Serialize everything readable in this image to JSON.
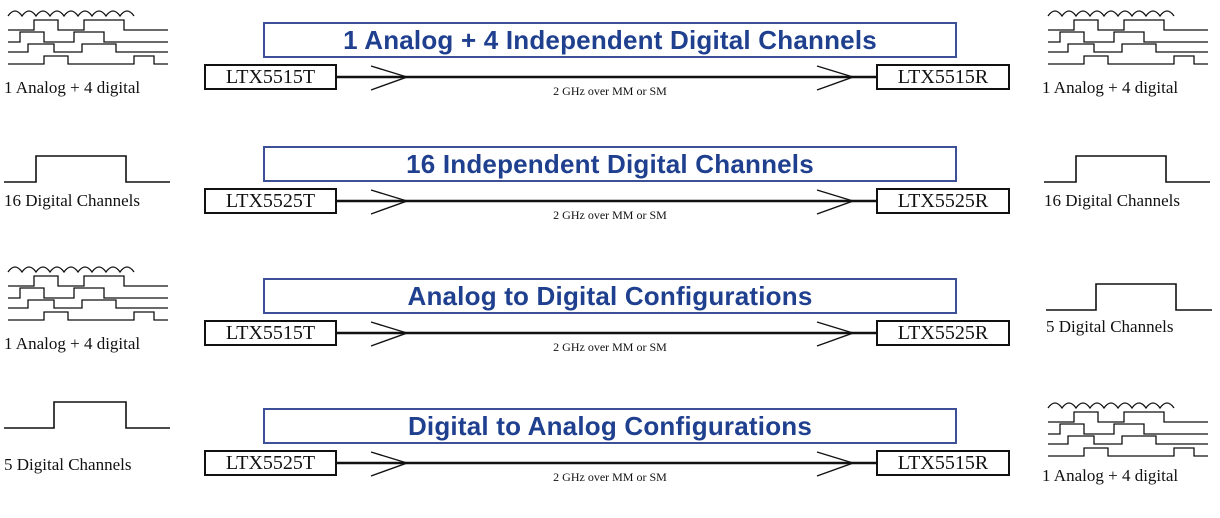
{
  "link_label": "2 GHz over MM or SM",
  "colors": {
    "title_text": "#1f3f8f",
    "title_border": "#3d4f96",
    "line": "#111111"
  },
  "configurations": [
    {
      "title": "1 Analog + 4 Independent Digital Channels",
      "transmitter": "LTX5515T",
      "receiver": "LTX5515R",
      "input": {
        "icon": "analog-digital-waveform-icon",
        "label": "1 Analog + 4 digital"
      },
      "output": {
        "icon": "analog-digital-waveform-icon",
        "label": "1 Analog + 4 digital"
      }
    },
    {
      "title": "16 Independent Digital Channels",
      "transmitter": "LTX5525T",
      "receiver": "LTX5525R",
      "input": {
        "icon": "digital-pulse-icon",
        "label": "16 Digital Channels"
      },
      "output": {
        "icon": "digital-pulse-icon",
        "label": "16 Digital Channels"
      }
    },
    {
      "title": "Analog to Digital Configurations",
      "transmitter": "LTX5515T",
      "receiver": "LTX5525R",
      "input": {
        "icon": "analog-digital-waveform-icon",
        "label": "1 Analog + 4 digital"
      },
      "output": {
        "icon": "digital-pulse-icon",
        "label": "5 Digital Channels"
      }
    },
    {
      "title": "Digital to Analog Configurations",
      "transmitter": "LTX5525T",
      "receiver": "LTX5515R",
      "input": {
        "icon": "digital-pulse-icon",
        "label": "5 Digital Channels"
      },
      "output": {
        "icon": "analog-digital-waveform-icon",
        "label": "1 Analog + 4 digital"
      }
    }
  ]
}
